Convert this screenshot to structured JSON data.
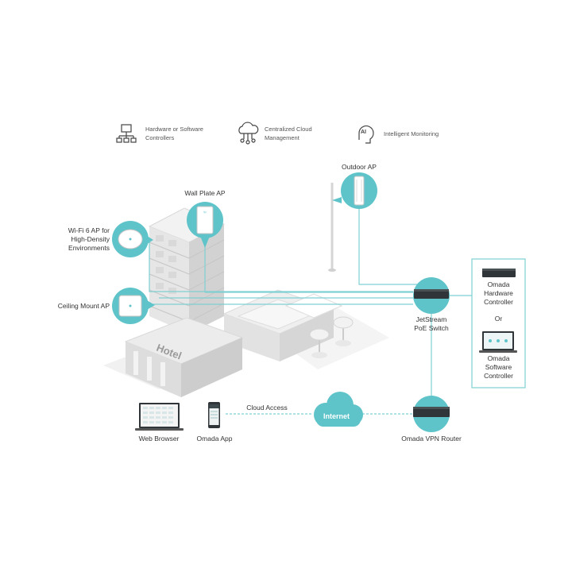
{
  "features": [
    {
      "icon": "hardware-controller-icon",
      "line1": "Hardware or Software",
      "line2": "Controllers"
    },
    {
      "icon": "cloud-management-icon",
      "line1": "Centralized Cloud",
      "line2": "Management"
    },
    {
      "icon": "ai-monitoring-icon",
      "line1": "Intelligent Monitoring",
      "line2": ""
    }
  ],
  "labels": {
    "outdoor_ap": "Outdoor AP",
    "wall_plate_ap": "Wall Plate AP",
    "wifi6_line1": "Wi-Fi 6 AP for",
    "wifi6_line2": "High-Density",
    "wifi6_line3": "Environments",
    "ceiling_ap": "Ceiling Mount AP",
    "switch_line1": "JetStream",
    "switch_line2": "PoE Switch",
    "hw_ctrl_line1": "Omada",
    "hw_ctrl_line2": "Hardware",
    "hw_ctrl_line3": "Controller",
    "or": "Or",
    "sw_ctrl_line1": "Omada",
    "sw_ctrl_line2": "Software",
    "sw_ctrl_line3": "Controller",
    "web_browser": "Web Browser",
    "omada_app": "Omada App",
    "cloud_access": "Cloud Access",
    "internet": "Internet",
    "vpn_router": "Omada VPN Router",
    "hotel_sign": "Hotel"
  },
  "colors": {
    "accent": "#5ec4c9",
    "line": "#7fd0d3",
    "building": "#e6e6e6",
    "building_dark": "#cfcfcf",
    "device_dark": "#2f3538"
  }
}
